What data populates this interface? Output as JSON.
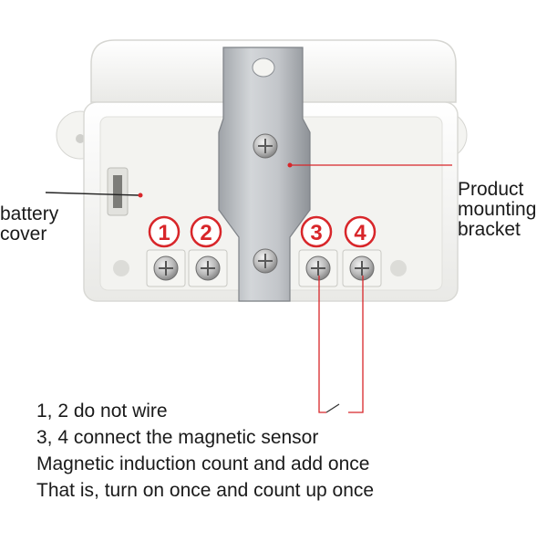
{
  "labels": {
    "battery": [
      "battery",
      "cover"
    ],
    "bracket": [
      "Product",
      "mounting",
      "bracket"
    ]
  },
  "terminals": [
    {
      "number": "1"
    },
    {
      "number": "2"
    },
    {
      "number": "3"
    },
    {
      "number": "4"
    }
  ],
  "instructions": [
    "1, 2 do not wire",
    "3, 4 connect the magnetic sensor",
    "Magnetic induction count and add once",
    "That is, turn on once and count up once"
  ],
  "colors": {
    "accent": "#d8262a",
    "leader": "#d8262a",
    "body": "#f6f6f4",
    "bracket": "#b9bcc0",
    "text": "#1a1a1a"
  }
}
